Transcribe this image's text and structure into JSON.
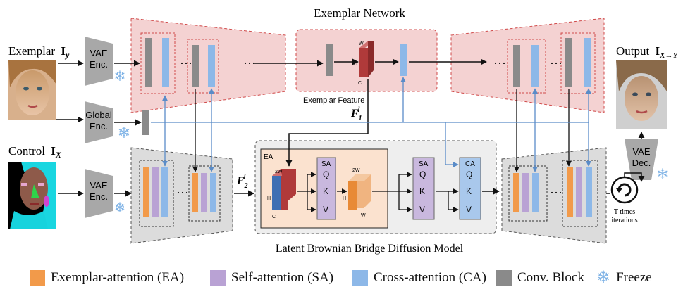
{
  "diagram": {
    "exemplar_network_title": "Exemplar Network",
    "exemplar_input_label": "Exemplar",
    "exemplar_input_var": "I",
    "exemplar_input_sub": "y",
    "control_input_label": "Control",
    "control_input_var": "I",
    "control_input_sub": "X",
    "output_label": "Output",
    "output_var": "I",
    "output_sub": "X→Y",
    "vae_enc_line1": "VAE",
    "vae_enc_line2": "Enc.",
    "global_enc_line1": "Global",
    "global_enc_line2": "Enc.",
    "vae_dec_line1": "VAE",
    "vae_dec_line2": "Dec.",
    "ellipsis": "···",
    "exemplar_feature_label": "Exemplar Feature",
    "f1_var": "F",
    "f1_sub": "1",
    "f1_sup": "l",
    "f2_var": "F",
    "f2_sub": "2",
    "f2_sup": "l",
    "feature_dims": {
      "w": "W",
      "h": "H",
      "c": "C",
      "two_w": "2W"
    },
    "ea_label": "EA",
    "sa_label": "SA",
    "ca_label": "CA",
    "qkv": [
      "Q",
      "K",
      "V"
    ],
    "t_times_line1": "T-times",
    "t_times_line2": "iterations",
    "lbbdm_title": "Latent Brownian Bridge Diffusion Model"
  },
  "legend": [
    {
      "label": "Exemplar-attention (EA)",
      "color": "#f29a4a"
    },
    {
      "label": "Self-attention (SA)",
      "color": "#b9a2d4"
    },
    {
      "label": "Cross-attention (CA)",
      "color": "#8db8e8"
    },
    {
      "label": "Conv. Block",
      "color": "#8a8a8a"
    },
    {
      "label": "Freeze",
      "icon": "snowflake-icon"
    }
  ],
  "colors": {
    "exemplar_network_fill": "#f4d2d2",
    "exemplar_network_border": "#d04a4a",
    "lbbdm_fill": "#dcdcdc",
    "ea_box_fill": "#fbe2cf",
    "encoder_fill": "#a8a8a8",
    "arrow_blue": "#5a8cc8",
    "feature_red": "#b03a3a",
    "feature_blue": "#3f6fb3",
    "feature_orange": "#e88a36"
  }
}
